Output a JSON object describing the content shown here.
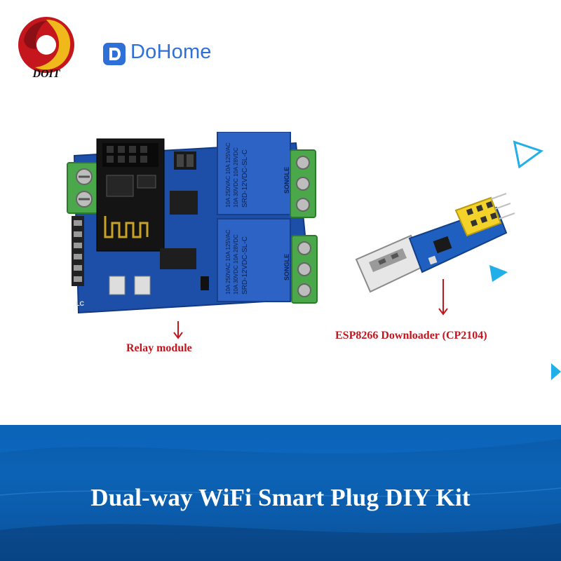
{
  "brand": {
    "doit_logo_text": "DOIT",
    "dohome_logo_text": "DoHome"
  },
  "product": {
    "relay_caption": "Relay module",
    "downloader_caption": "ESP8266 Downloader (CP2104)"
  },
  "relay_labels": {
    "relay_top_line1": "10A 250VAC 10A 125VAC",
    "relay_top_line2": "10A 30VDC 10A 28VDC",
    "relay_model": "SRD-12VDC-SL-C",
    "relay_brand": "SONGLE",
    "board_mark": "LC"
  },
  "banner": {
    "title": "Dual-way WiFi Smart Plug DIY Kit"
  },
  "colors": {
    "caption_red": "#c0161d",
    "banner_blue": "#0b5aa9",
    "relay_blue": "#1d4fa8",
    "terminal_green": "#4aa84a",
    "dohome_blue": "#2f6fd8",
    "accent_cyan": "#22aee8"
  }
}
